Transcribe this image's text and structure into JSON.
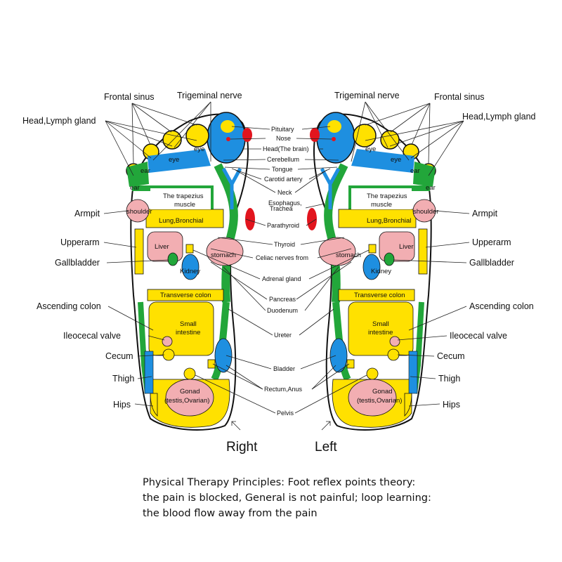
{
  "colors": {
    "yellow": "#ffe100",
    "green": "#22a63a",
    "blue": "#1e8fe0",
    "pink": "#f2aeb2",
    "red": "#e2151e",
    "outline": "#111111"
  },
  "outer_labels": {
    "frontal_sinus": "Frontal sinus",
    "trigeminal_nerve": "Trigeminal nerve",
    "head_lymph_gland": "Head,Lymph gland",
    "armpit": "Armpit",
    "upperarm": "Upperarm",
    "gallbladder": "Gallbladder",
    "ascending_colon": "Ascending colon",
    "ileocecal_valve": "Ileocecal valve",
    "cecum": "Cecum",
    "thigh": "Thigh",
    "hips": "Hips"
  },
  "center_labels": {
    "pituitary": "Pituitary",
    "nose": "Nose",
    "head_brain": "Head(The brain)",
    "cerebellum": "Cerebellum",
    "tongue": "Tongue",
    "carotid_artery": "Carotid artery",
    "neck": "Neck",
    "esophagus": "Esophagus,",
    "trachea": "Trachea",
    "parathyroid": "Parathyroid",
    "thyroid": "Thyroid",
    "celiac": "Celiac nerves from",
    "adrenal_gland": "Adrenal gland",
    "pancreas": "Pancreas",
    "duodenum": "Duodenum",
    "ureter": "Ureter",
    "bladder": "Bladder",
    "rectum_anus": "Rectum,Anus",
    "pelvis": "Pelvis"
  },
  "inner_labels": {
    "eye": "eye",
    "ear": "ear",
    "trapezius_1": "The trapezius",
    "trapezius_2": "muscle",
    "shoulder": "shoulder",
    "lung_bronchial": "Lung,Bronchial",
    "liver": "Liver",
    "stomach": "stomach",
    "kidney": "Kidney",
    "transverse_colon": "Transverse colon",
    "small_1": "Small",
    "small_2": "intestine",
    "gonad_1": "Gonad",
    "gonad_2": "(testis,Ovarian)"
  },
  "foot_titles": {
    "right": "Right",
    "left": "Left"
  },
  "caption": {
    "line1": "Physical Therapy Principles: Foot reflex points theory:",
    "line2": "the pain is blocked, General is not painful; loop learning:",
    "line3": "the blood flow away from the pain"
  }
}
